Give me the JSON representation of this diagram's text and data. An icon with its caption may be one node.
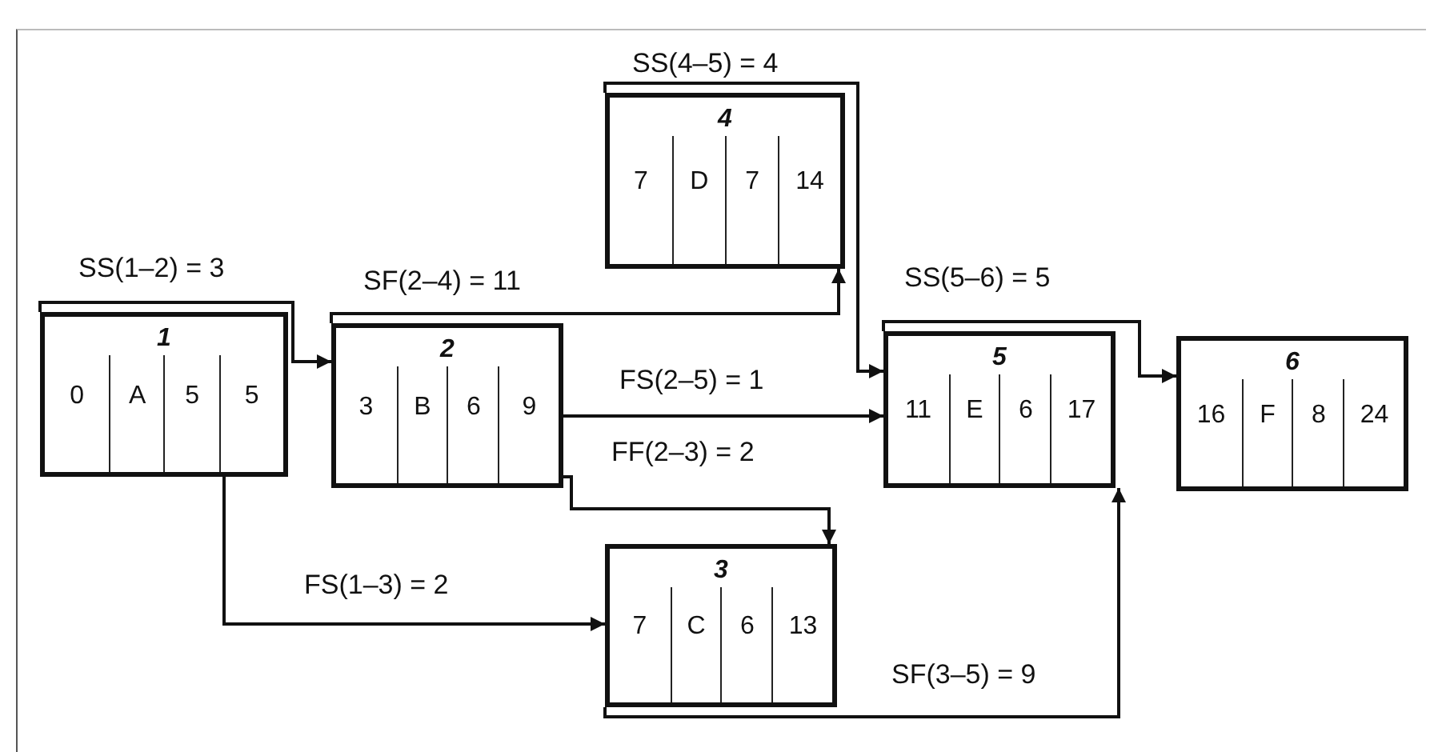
{
  "diagram": {
    "nodes": [
      {
        "text": [
          "1",
          "0",
          "A",
          "5",
          "5"
        ]
      },
      {
        "text": [
          "2",
          "3",
          "B",
          "6",
          "9"
        ]
      },
      {
        "text": [
          "3",
          "7",
          "C",
          "6",
          "13"
        ]
      },
      {
        "text": [
          "4",
          "7",
          "D",
          "7",
          "14"
        ]
      },
      {
        "text": [
          "5",
          "11",
          "E",
          "6",
          "17"
        ]
      },
      {
        "text": [
          "6",
          "16",
          "F",
          "8",
          "24"
        ]
      }
    ],
    "edges": [
      {
        "from": 0,
        "to": 1,
        "arrow": "to",
        "label": "SS(1–2) = 3"
      },
      {
        "from": 1,
        "to": 3,
        "arrow": "to",
        "label": "SF(2–4) = 11"
      },
      {
        "from": 3,
        "to": 4,
        "arrow": "to",
        "label": "SS(4–5) = 4"
      },
      {
        "from": 1,
        "to": 4,
        "arrow": "to",
        "label": "FS(2–5) = 1"
      },
      {
        "from": 1,
        "to": 2,
        "arrow": "to",
        "label": "FF(2–3) = 2"
      },
      {
        "from": 0,
        "to": 2,
        "arrow": "to",
        "label": "FS(1–3) = 2"
      },
      {
        "from": 2,
        "to": 4,
        "arrow": "to",
        "label": "SF(3–5) = 9"
      },
      {
        "from": 4,
        "to": 5,
        "arrow": "to",
        "label": "SS(5–6) = 5"
      }
    ]
  }
}
